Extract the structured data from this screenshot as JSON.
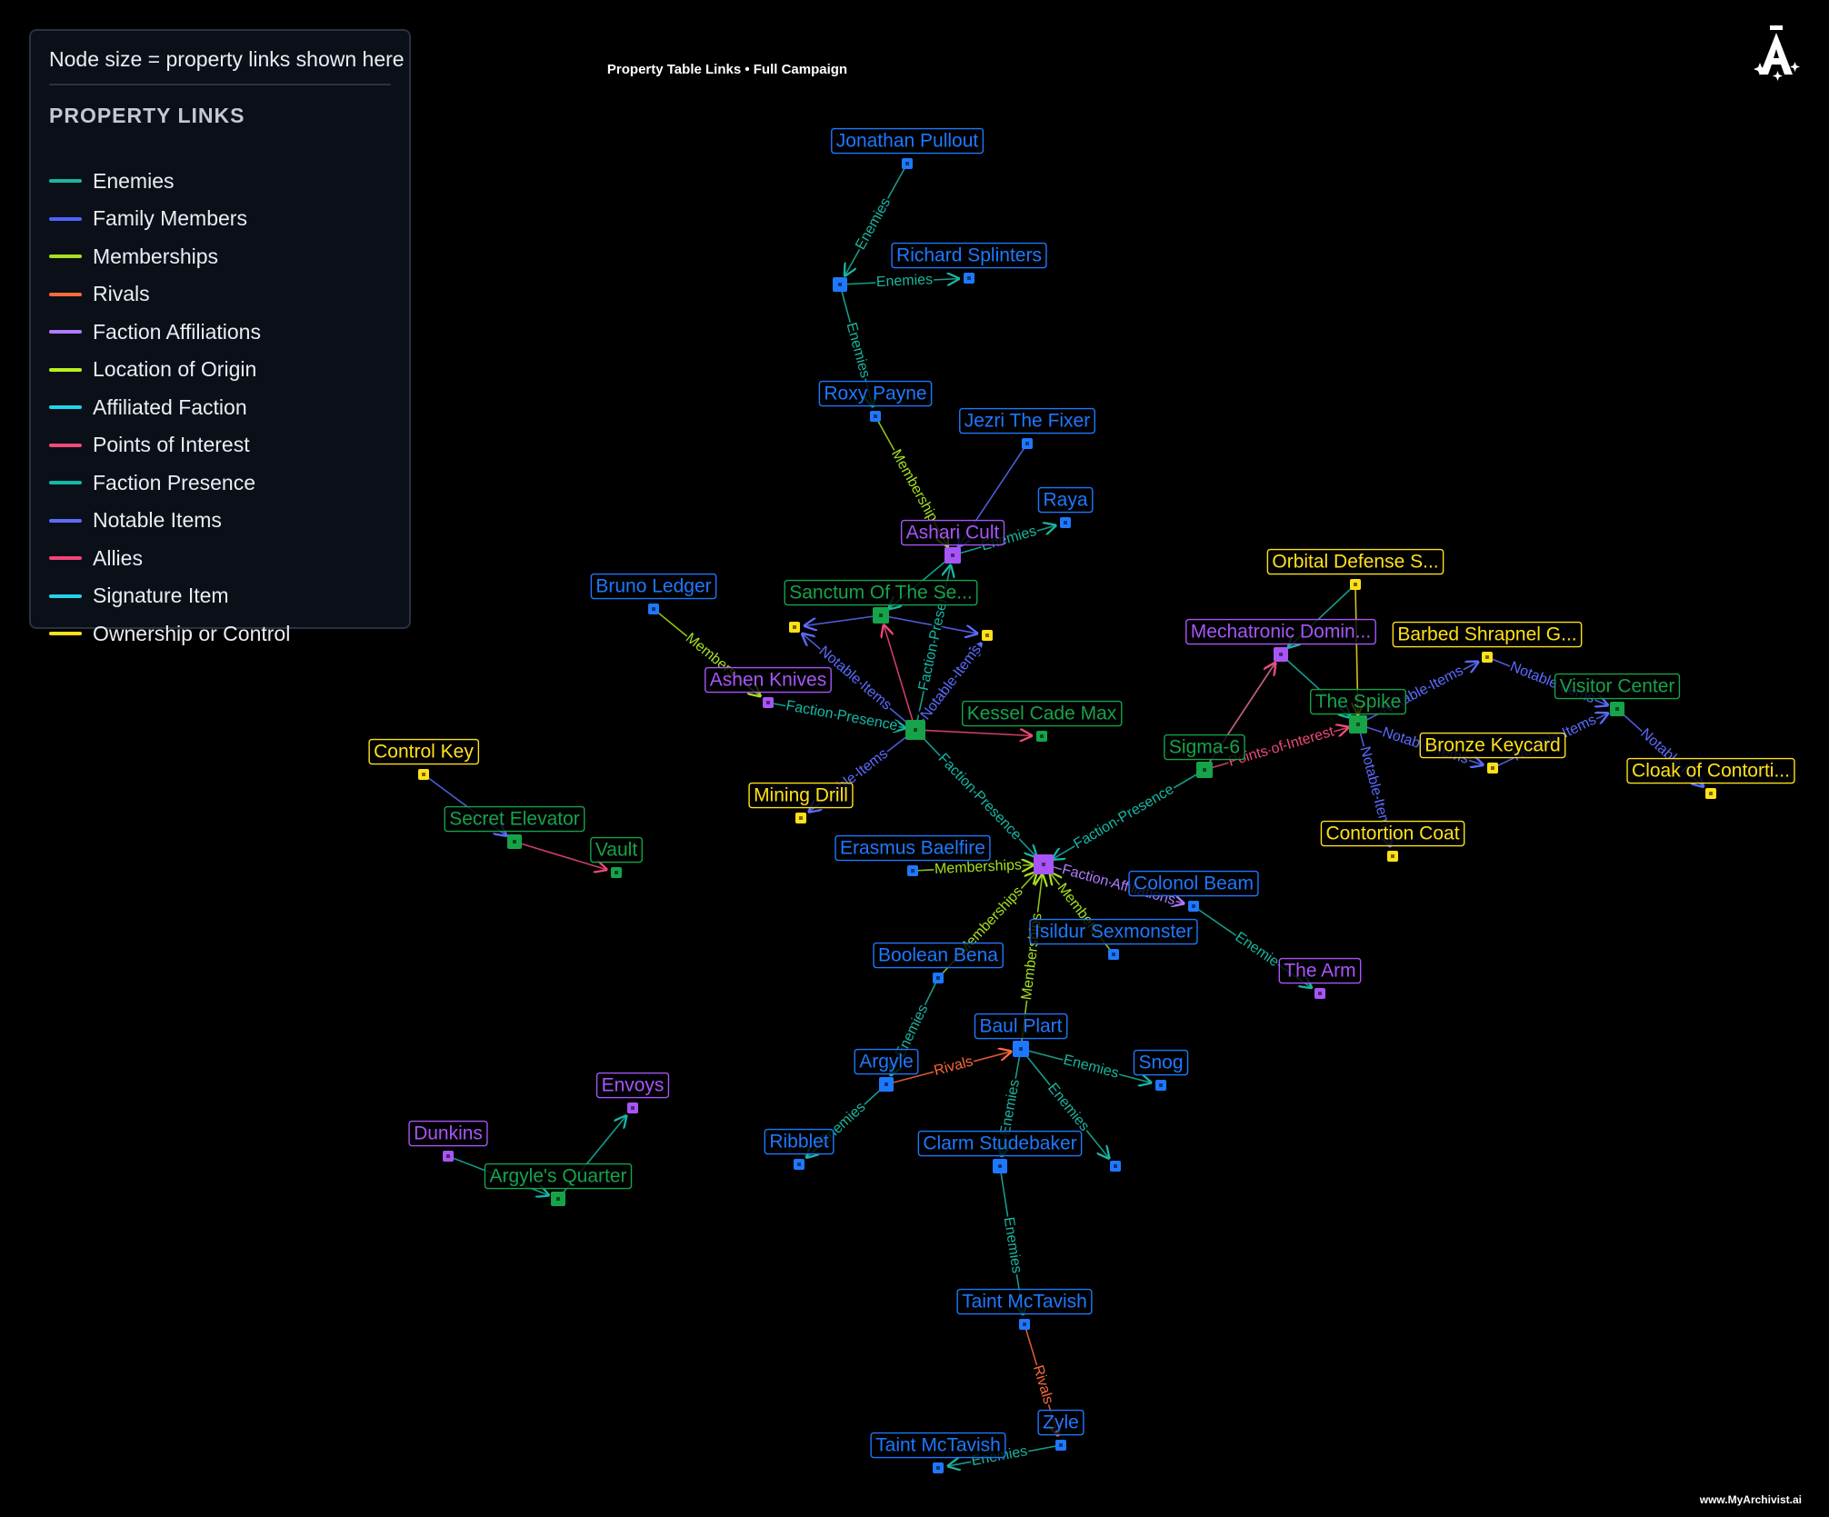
{
  "header": {
    "title": "Property Table Links • Full Campaign"
  },
  "footer": {
    "text": "www.MyArchivist.ai"
  },
  "legend": {
    "note": "Node size = property links shown here",
    "heading": "PROPERTY LINKS",
    "items": [
      {
        "label": "Enemies",
        "color": "#1bb5a0"
      },
      {
        "label": "Family Members",
        "color": "#4b64ff"
      },
      {
        "label": "Memberships",
        "color": "#a6e01f"
      },
      {
        "label": "Rivals",
        "color": "#ff6a3d"
      },
      {
        "label": "Faction Affiliations",
        "color": "#b07cff"
      },
      {
        "label": "Location of Origin",
        "color": "#b8f01f"
      },
      {
        "label": "Affiliated Faction",
        "color": "#22d3ee"
      },
      {
        "label": "Points of Interest",
        "color": "#f04a7a"
      },
      {
        "label": "Faction Presence",
        "color": "#14b8a6"
      },
      {
        "label": "Notable Items",
        "color": "#5b6cff"
      },
      {
        "label": "Allies",
        "color": "#f0457a"
      },
      {
        "label": "Signature Item",
        "color": "#22d3ee"
      },
      {
        "label": "Ownership or Control",
        "color": "#ffe119"
      }
    ]
  },
  "node_types": {
    "character": {
      "color": "#1e78ff",
      "icon": "character-icon"
    },
    "faction": {
      "color": "#a855f7",
      "icon": "faction-icon"
    },
    "location": {
      "color": "#16a34a",
      "icon": "location-icon"
    },
    "item": {
      "color": "#ffe119",
      "icon": "item-icon"
    }
  },
  "nodes": [
    {
      "id": "jonathan",
      "label": "Jonathan Pullout",
      "type": "character"
    },
    {
      "id": "richard",
      "label": "Richard Splinters",
      "type": "character"
    },
    {
      "id": "hubTop",
      "label": "",
      "type": "character"
    },
    {
      "id": "roxy",
      "label": "Roxy Payne",
      "type": "character"
    },
    {
      "id": "jezri",
      "label": "Jezri The Fixer",
      "type": "character"
    },
    {
      "id": "raya",
      "label": "Raya",
      "type": "character"
    },
    {
      "id": "ashari",
      "label": "Ashari Cult",
      "type": "faction"
    },
    {
      "id": "sanctum",
      "label": "Sanctum Of The Se...",
      "type": "location"
    },
    {
      "id": "item1",
      "label": "",
      "type": "item"
    },
    {
      "id": "item2",
      "label": "",
      "type": "item"
    },
    {
      "id": "bruno",
      "label": "Bruno Ledger",
      "type": "character"
    },
    {
      "id": "ashen",
      "label": "Ashen Knives",
      "type": "faction"
    },
    {
      "id": "hubLoc",
      "label": "",
      "type": "location"
    },
    {
      "id": "kessel",
      "label": "Kessel Cade Max",
      "type": "location"
    },
    {
      "id": "mining",
      "label": "Mining Drill",
      "type": "item"
    },
    {
      "id": "control",
      "label": "Control Key",
      "type": "item"
    },
    {
      "id": "secret",
      "label": "Secret Elevator",
      "type": "location"
    },
    {
      "id": "vault",
      "label": "Vault",
      "type": "location"
    },
    {
      "id": "erasmus",
      "label": "Erasmus Baelfire",
      "type": "character"
    },
    {
      "id": "hubFac",
      "label": "",
      "type": "faction"
    },
    {
      "id": "colonol",
      "label": "Colonol Beam",
      "type": "character"
    },
    {
      "id": "isildur",
      "label": "Isildur Sexmonster",
      "type": "character"
    },
    {
      "id": "thearm",
      "label": "The Arm",
      "type": "faction"
    },
    {
      "id": "boolean",
      "label": "Boolean Bena",
      "type": "character"
    },
    {
      "id": "baul",
      "label": "Baul Plart",
      "type": "character"
    },
    {
      "id": "snog",
      "label": "Snog",
      "type": "character"
    },
    {
      "id": "argyle",
      "label": "Argyle",
      "type": "character"
    },
    {
      "id": "ribblet",
      "label": "Ribblet",
      "type": "character"
    },
    {
      "id": "clarm",
      "label": "Clarm Studebaker",
      "type": "character"
    },
    {
      "id": "unlabeled",
      "label": "",
      "type": "character"
    },
    {
      "id": "taint1",
      "label": "Taint McTavish",
      "type": "character"
    },
    {
      "id": "zyle",
      "label": "Zyle",
      "type": "character"
    },
    {
      "id": "taint2",
      "label": "Taint McTavish",
      "type": "character"
    },
    {
      "id": "orbital",
      "label": "Orbital Defense S...",
      "type": "item"
    },
    {
      "id": "mechatronic",
      "label": "Mechatronic Domin...",
      "type": "faction"
    },
    {
      "id": "barbed",
      "label": "Barbed Shrapnel G...",
      "type": "item"
    },
    {
      "id": "visitor",
      "label": "Visitor Center",
      "type": "location"
    },
    {
      "id": "spike",
      "label": "The Spike",
      "type": "location"
    },
    {
      "id": "sigma",
      "label": "Sigma-6",
      "type": "location"
    },
    {
      "id": "bronze",
      "label": "Bronze Keycard",
      "type": "item"
    },
    {
      "id": "cloak",
      "label": "Cloak of Contorti...",
      "type": "item"
    },
    {
      "id": "contortion",
      "label": "Contortion Coat",
      "type": "item"
    },
    {
      "id": "envoys",
      "label": "Envoys",
      "type": "faction"
    },
    {
      "id": "dunkins",
      "label": "Dunkins",
      "type": "faction"
    },
    {
      "id": "argylesq",
      "label": "Argyle's Quarter",
      "type": "location"
    }
  ],
  "edges": [
    {
      "source": "jonathan",
      "target": "hubTop",
      "relation": "Enemies",
      "label": "Enemies"
    },
    {
      "source": "hubTop",
      "target": "richard",
      "relation": "Enemies",
      "label": "Enemies"
    },
    {
      "source": "hubTop",
      "target": "roxy",
      "relation": "Enemies",
      "label": "Enemies"
    },
    {
      "source": "roxy",
      "target": "ashari",
      "relation": "Memberships",
      "label": "Membership"
    },
    {
      "source": "jezri",
      "target": "ashari",
      "relation": "Notable Items",
      "label": ""
    },
    {
      "source": "ashari",
      "target": "raya",
      "relation": "Enemies",
      "label": "Enemies"
    },
    {
      "source": "ashari",
      "target": "sanctum",
      "relation": "Faction Presence",
      "label": ""
    },
    {
      "source": "sanctum",
      "target": "item1",
      "relation": "Notable Items",
      "label": ""
    },
    {
      "source": "sanctum",
      "target": "item2",
      "relation": "Notable Items",
      "label": ""
    },
    {
      "source": "hubLoc",
      "target": "sanctum",
      "relation": "Points of Interest",
      "label": ""
    },
    {
      "source": "hubLoc",
      "target": "ashari",
      "relation": "Faction Presence",
      "label": "Faction Presen"
    },
    {
      "source": "bruno",
      "target": "ashen",
      "relation": "Memberships",
      "label": "Members"
    },
    {
      "source": "ashen",
      "target": "hubLoc",
      "relation": "Faction Presence",
      "label": "Faction Presence"
    },
    {
      "source": "hubLoc",
      "target": "item1",
      "relation": "Notable Items",
      "label": "Notable Items"
    },
    {
      "source": "hubLoc",
      "target": "item2",
      "relation": "Notable Items",
      "label": "Notable Items"
    },
    {
      "source": "hubLoc",
      "target": "kessel",
      "relation": "Points of Interest",
      "label": ""
    },
    {
      "source": "hubLoc",
      "target": "mining",
      "relation": "Notable Items",
      "label": "table Items"
    },
    {
      "source": "hubLoc",
      "target": "hubFac",
      "relation": "Faction Presence",
      "label": "Faction Presence"
    },
    {
      "source": "control",
      "target": "secret",
      "relation": "Notable Items",
      "label": ""
    },
    {
      "source": "secret",
      "target": "vault",
      "relation": "Points of Interest",
      "label": ""
    },
    {
      "source": "erasmus",
      "target": "hubFac",
      "relation": "Memberships",
      "label": "Memberships"
    },
    {
      "source": "hubFac",
      "target": "colonol",
      "relation": "Faction Affiliations",
      "label": "Faction Affiliations"
    },
    {
      "source": "colonol",
      "target": "thearm",
      "relation": "Enemies",
      "label": "Enemie"
    },
    {
      "source": "isildur",
      "target": "hubFac",
      "relation": "Memberships",
      "label": "Members"
    },
    {
      "source": "boolean",
      "target": "hubFac",
      "relation": "Memberships",
      "label": "Memberships"
    },
    {
      "source": "baul",
      "target": "hubFac",
      "relation": "Memberships",
      "label": "Memberships"
    },
    {
      "source": "sigma",
      "target": "hubFac",
      "relation": "Faction Presence",
      "label": "Faction Presence"
    },
    {
      "source": "boolean",
      "target": "argyle",
      "relation": "Enemies",
      "label": "Enemies"
    },
    {
      "source": "argyle",
      "target": "baul",
      "relation": "Rivals",
      "label": "Rivals"
    },
    {
      "source": "argyle",
      "target": "ribblet",
      "relation": "Enemies",
      "label": "Enemies"
    },
    {
      "source": "baul",
      "target": "snog",
      "relation": "Enemies",
      "label": "Enemies"
    },
    {
      "source": "baul",
      "target": "clarm",
      "relation": "Enemies",
      "label": "Enemies"
    },
    {
      "source": "baul",
      "target": "unlabeled",
      "relation": "Enemies",
      "label": "Enemies"
    },
    {
      "source": "clarm",
      "target": "taint1",
      "relation": "Enemies",
      "label": "Enemies"
    },
    {
      "source": "taint1",
      "target": "zyle",
      "relation": "Rivals",
      "label": "Rivals"
    },
    {
      "source": "zyle",
      "target": "taint2",
      "relation": "Enemies",
      "label": "Enemies"
    },
    {
      "source": "orbital",
      "target": "mechatronic",
      "relation": "Enemies",
      "label": ""
    },
    {
      "source": "orbital",
      "target": "spike",
      "relation": "Ownership or Control",
      "label": ""
    },
    {
      "source": "mechatronic",
      "target": "spike",
      "relation": "Faction Presence",
      "label": ""
    },
    {
      "source": "sigma",
      "target": "mechatronic",
      "relation": "Faction Presence",
      "label": ""
    },
    {
      "source": "sigma",
      "target": "mechatronic",
      "relation": "Points of Interest",
      "label": ""
    },
    {
      "source": "sigma",
      "target": "spike",
      "relation": "Points of Interest",
      "label": "Points of Interest"
    },
    {
      "source": "spike",
      "target": "barbed",
      "relation": "Notable Items",
      "label": "Notable Items"
    },
    {
      "source": "barbed",
      "target": "visitor",
      "relation": "Notable Items",
      "label": "Notable Items"
    },
    {
      "source": "spike",
      "target": "bronze",
      "relation": "Notable Items",
      "label": "Notable Items"
    },
    {
      "source": "bronze",
      "target": "visitor",
      "relation": "Notable Items",
      "label": "Notable Items"
    },
    {
      "source": "visitor",
      "target": "cloak",
      "relation": "Notable Items",
      "label": "Notable I"
    },
    {
      "source": "spike",
      "target": "contortion",
      "relation": "Notable Items",
      "label": "Notable Items"
    },
    {
      "source": "argylesq",
      "target": "envoys",
      "relation": "Faction Presence",
      "label": ""
    },
    {
      "source": "dunkins",
      "target": "argylesq",
      "relation": "Faction Presence",
      "label": ""
    }
  ]
}
